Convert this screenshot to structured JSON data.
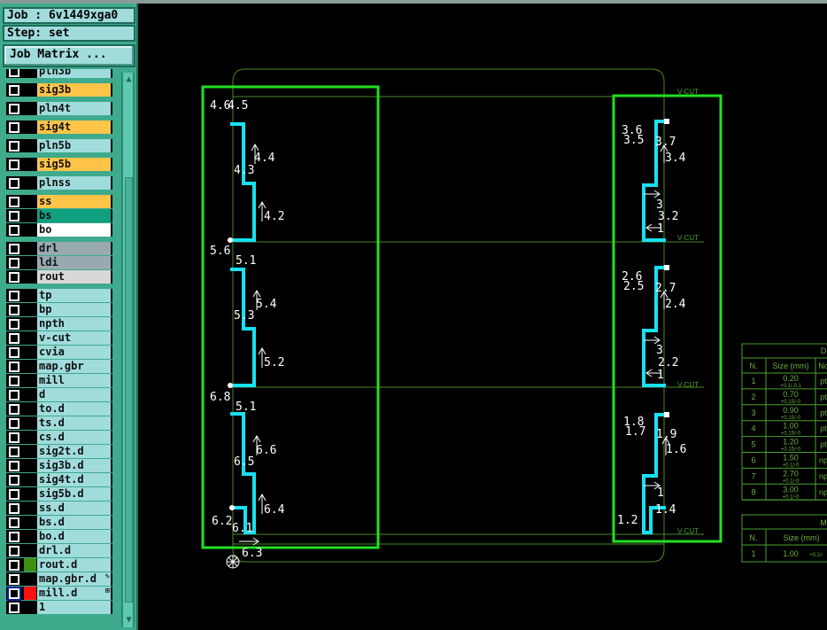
{
  "panel": {
    "job": "Job : 6v1449xga0",
    "step": "Step: set",
    "job_matrix": "Job Matrix ..."
  },
  "layers": [
    {
      "label": "pln3b",
      "color": "#a0dcdc"
    },
    {
      "label": "sig3b",
      "color": "#ffc448"
    },
    {
      "label": "pln4t",
      "color": "#a0dcdc"
    },
    {
      "label": "sig4t",
      "color": "#ffc448"
    },
    {
      "label": "pln5b",
      "color": "#a0dcdc"
    },
    {
      "label": "sig5b",
      "color": "#ffc448"
    },
    {
      "label": "plnss",
      "color": "#a0dcdc"
    },
    {
      "label": "ss",
      "color": "#ffc448"
    },
    {
      "label": "bs",
      "color": "#10a080"
    },
    {
      "label": "bo",
      "color": "#ffffff"
    },
    {
      "label": "drl",
      "color": "#98aab0"
    },
    {
      "label": "ldi",
      "color": "#98aab0"
    },
    {
      "label": "rout",
      "color": "#d8d8d8"
    },
    {
      "label": "tp",
      "color": "#a0dcdc"
    },
    {
      "label": "bp",
      "color": "#a0dcdc"
    },
    {
      "label": "npth",
      "color": "#a0dcdc"
    },
    {
      "label": "v-cut",
      "color": "#a0dcdc"
    },
    {
      "label": "cvia",
      "color": "#a0dcdc"
    },
    {
      "label": "map.gbr",
      "color": "#a0dcdc"
    },
    {
      "label": "mill",
      "color": "#a0dcdc"
    },
    {
      "label": "d",
      "color": "#a0dcdc"
    },
    {
      "label": "to.d",
      "color": "#a0dcdc"
    },
    {
      "label": "ts.d",
      "color": "#a0dcdc"
    },
    {
      "label": "cs.d",
      "color": "#a0dcdc"
    },
    {
      "label": "sig2t.d",
      "color": "#a0dcdc"
    },
    {
      "label": "sig3b.d",
      "color": "#a0dcdc"
    },
    {
      "label": "sig4t.d",
      "color": "#a0dcdc"
    },
    {
      "label": "sig5b.d",
      "color": "#a0dcdc"
    },
    {
      "label": "ss.d",
      "color": "#a0dcdc"
    },
    {
      "label": "bs.d",
      "color": "#a0dcdc"
    },
    {
      "label": "bo.d",
      "color": "#a0dcdc"
    },
    {
      "label": "drl.d",
      "color": "#a0dcdc"
    },
    {
      "label": "rout.d",
      "color": "#a0dcdc",
      "swatch": "#3f8f10"
    },
    {
      "label": "map.gbr.d",
      "color": "#a0dcdc",
      "ext": "✎"
    },
    {
      "label": "mill.d",
      "color": "#a0dcdc",
      "swatch": "#ff1010",
      "selected": true,
      "ext": "⊞"
    },
    {
      "label": "1",
      "color": "#a0dcdc"
    }
  ],
  "canvas": {
    "vcut": "V-CUT",
    "left_labels": [
      "4.4",
      "4.3",
      "4.2",
      "4.6",
      "4.5",
      "5.4",
      "5.3",
      "5.2",
      "5.6",
      "5.1",
      "6.6",
      "6.5",
      "6.4",
      "6.8",
      "5.1",
      "6.2",
      "6.1",
      "6.3"
    ],
    "right_labels": [
      "3.6",
      "3.5",
      "3.7",
      "3.4",
      "3",
      "3.2",
      "1",
      "2.6",
      "2.5",
      "2.7",
      "2.4",
      "3",
      "2.2",
      "1",
      "1.8",
      "1.7",
      "1.9",
      "1.6",
      "1.4",
      "1.2",
      "1"
    ]
  },
  "drill_table": {
    "title": "D",
    "headers": [
      "N.",
      "Size (mm)",
      "No"
    ],
    "rows": [
      [
        "1",
        "0.20",
        "+0.1/-0.1",
        "pt"
      ],
      [
        "2",
        "0.70",
        "+0.15/-0",
        "pt"
      ],
      [
        "3",
        "0.90",
        "+0.15/-0",
        "pt"
      ],
      [
        "4",
        "1.00",
        "+0.15/-0",
        "pt"
      ],
      [
        "5",
        "1.20",
        "+0.15/-0",
        "pt"
      ],
      [
        "6",
        "1.50",
        "+0.1/-0",
        "np"
      ],
      [
        "7",
        "2.70",
        "+0.1/-0",
        "np"
      ],
      [
        "8",
        "3.00",
        "+0.1/-0",
        "np"
      ]
    ]
  },
  "mill_table": {
    "title": "M",
    "headers": [
      "N.",
      "Size (mm)"
    ],
    "rows": [
      [
        "1",
        "1.00",
        "+0.2/-"
      ]
    ]
  },
  "colors": {
    "outline": "#22e022",
    "trace": "#18e0f0",
    "board": "#4a8a2a"
  }
}
